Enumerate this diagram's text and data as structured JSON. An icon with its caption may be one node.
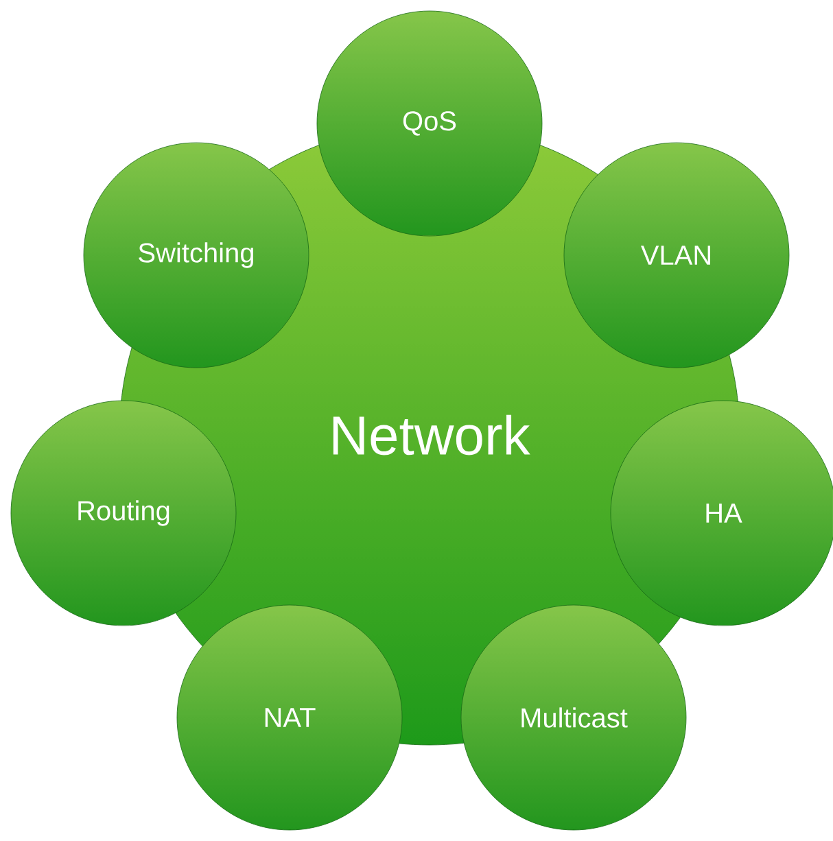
{
  "diagram": {
    "nodes": [
      {
        "text": [
          "Network"
        ]
      },
      {
        "text": [
          "QoS"
        ]
      },
      {
        "text": [
          "Switching"
        ]
      },
      {
        "text": [
          "VLAN"
        ]
      },
      {
        "text": [
          "Routing"
        ]
      },
      {
        "text": [
          "HA"
        ]
      },
      {
        "text": [
          "NAT"
        ]
      },
      {
        "text": [
          "Multicast"
        ]
      }
    ]
  }
}
